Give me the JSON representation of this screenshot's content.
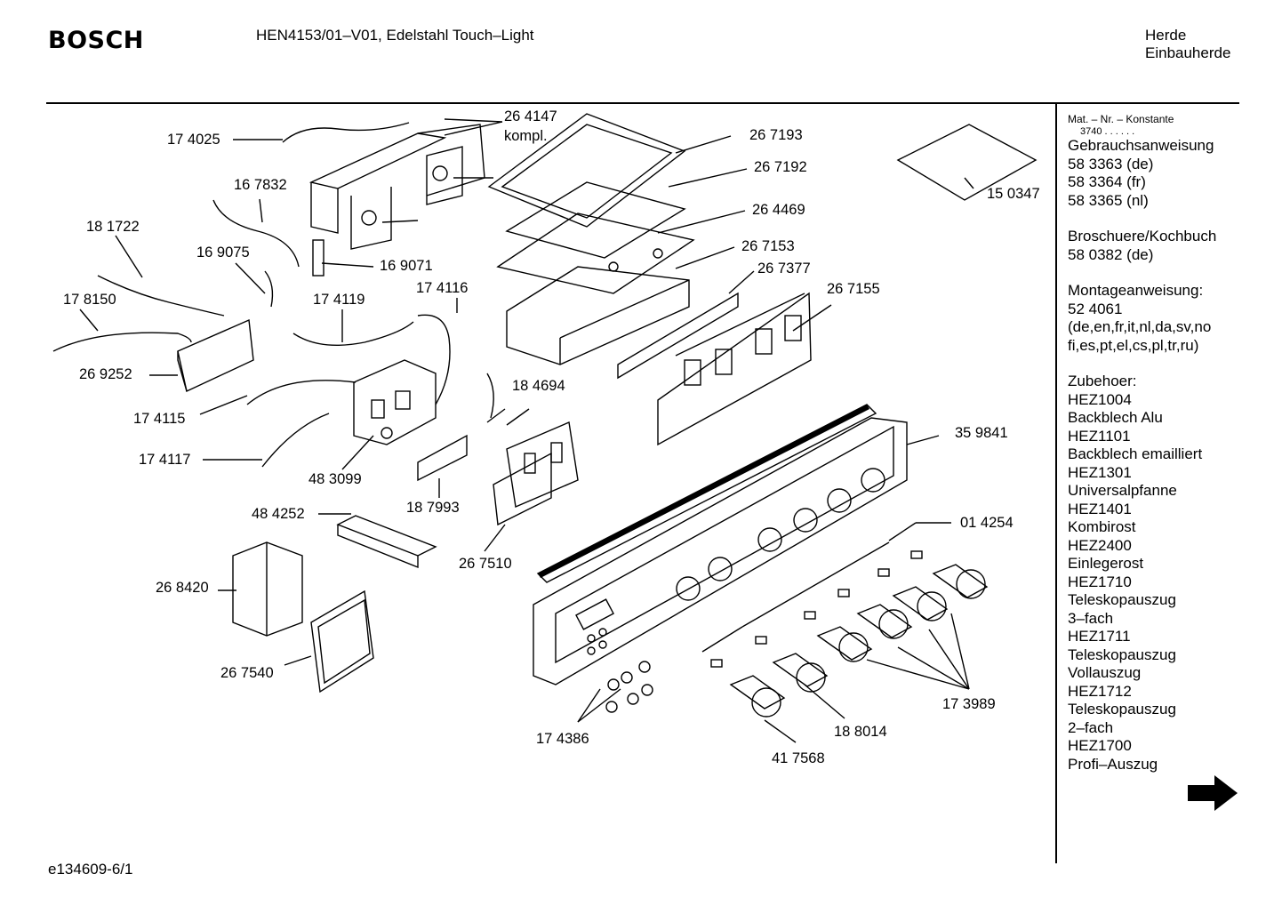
{
  "header": {
    "brand": "BOSCH",
    "title": "HEN4153/01–V01, Edelstahl Touch–Light",
    "category_1": "Herde",
    "category_2": "Einbauherde"
  },
  "footer": {
    "code": "e134609-6/1"
  },
  "sidebar": {
    "mat_label": "Mat. – Nr. – Konstante",
    "mat_value": "3740 . . . . . .",
    "lines_1": [
      "Gebrauchsanweisung",
      "58 3363 (de)",
      "58 3364 (fr)",
      "58 3365 (nl)"
    ],
    "lines_2": [
      "Broschuere/Kochbuch",
      "58 0382 (de)"
    ],
    "lines_3": [
      "Montageanweisung:",
      "52 4061",
      "(de,en,fr,it,nl,da,sv,no",
      "fi,es,pt,el,cs,pl,tr,ru)"
    ],
    "lines_4": [
      "Zubehoer:",
      "HEZ1004",
      "Backblech Alu",
      "HEZ1101",
      "Backblech emailliert",
      "HEZ1301",
      "Universalpfanne",
      "HEZ1401",
      "Kombirost",
      "HEZ2400",
      "Einlegerost",
      "HEZ1710",
      "Teleskopauszug",
      "3–fach",
      "HEZ1711",
      "Teleskopauszug",
      "Vollauszug",
      "HEZ1712",
      "Teleskopauszug",
      "2–fach",
      "HEZ1700",
      "Profi–Auszug"
    ]
  },
  "parts": [
    "26 4147",
    "kompl.",
    "17 4025",
    "16 7832",
    "18 1722",
    "16 9075",
    "16 9071",
    "17 8150",
    "17 4119",
    "17 4116",
    "26 9252",
    "17 4115",
    "17 4117",
    "48 3099",
    "18 4694",
    "18 7993",
    "48 4252",
    "26 8420",
    "26 7540",
    "26 7510",
    "26 7193",
    "26 7192",
    "26 4469",
    "26 7153",
    "26 7377",
    "26 7155",
    "15 0347",
    "35 9841",
    "01 4254",
    "17 3989",
    "17 4386",
    "18 8014",
    "41 7568"
  ],
  "icons": {
    "next_page": "right-arrow-icon"
  }
}
